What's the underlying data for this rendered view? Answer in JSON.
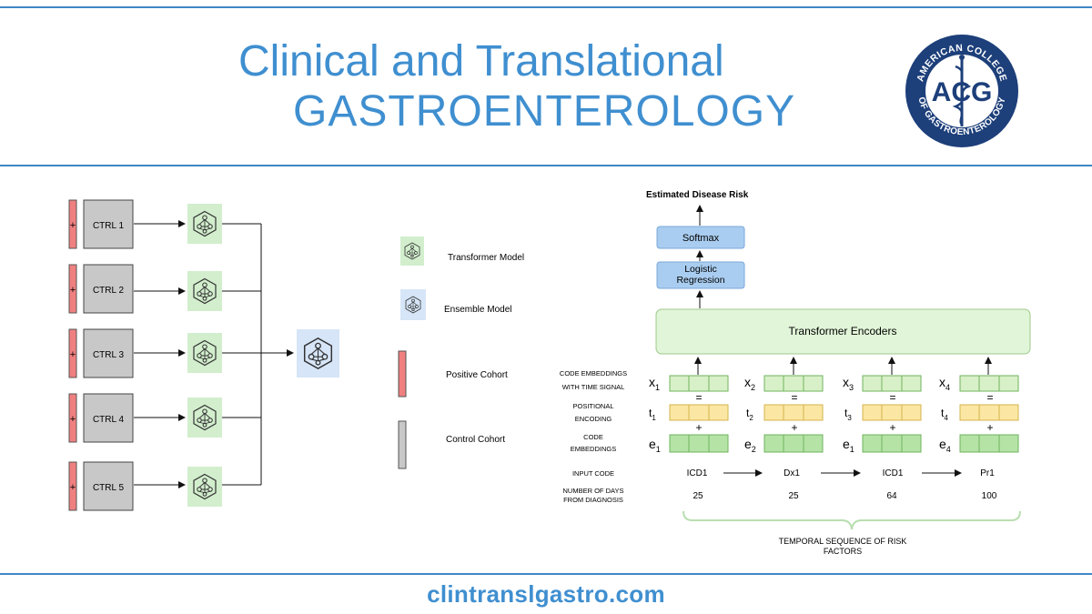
{
  "header": {
    "title_line1": "Clinical and Translational",
    "title_line2": "GASTROENTEROLOGY",
    "logo": {
      "ring_text_top": "AMERICAN COLLEGE",
      "ring_text_bottom": "OF GASTROENTEROLOGY",
      "initials": "ACG",
      "colors": {
        "ring": "#1d3f7a",
        "inner": "#ffffff"
      }
    }
  },
  "left_diagram": {
    "controls": [
      "CTRL 1",
      "CTRL 2",
      "CTRL 3",
      "CTRL 4",
      "CTRL 5"
    ],
    "positive_marker": "+",
    "colors": {
      "positive": "#f08080",
      "control": "#c8c8c8",
      "transformer": "#d2eecd",
      "ensemble": "#d6e5f7"
    }
  },
  "legend": {
    "items": [
      {
        "label": "Transformer Model",
        "icon": "transformer-model-icon"
      },
      {
        "label": "Ensemble Model",
        "icon": "ensemble-model-icon"
      },
      {
        "label": "Positive Cohort",
        "icon": "positive-cohort-swatch"
      },
      {
        "label": "Control Cohort",
        "icon": "control-cohort-swatch"
      }
    ]
  },
  "right_diagram": {
    "output_label": "Estimated Disease Risk",
    "softmax": "Softmax",
    "logistic_line1": "Logistic",
    "logistic_line2": "Regression",
    "encoder": "Transformer Encoders",
    "row_labels": {
      "code_time_1": "CODE EMBEDDINGS",
      "code_time_2": "WITH TIME SIGNAL",
      "positional_1": "POSITIONAL",
      "positional_2": "ENCODING",
      "code_emb_1": "CODE",
      "code_emb_2": "EMBEDDINGS",
      "input_code": "INPUT CODE",
      "days_1": "NUMBER OF DAYS",
      "days_2": "FROM DIAGNOSIS"
    },
    "columns": [
      {
        "x": "x",
        "x_sub": "1",
        "t": "t",
        "t_sub": "1",
        "e": "e",
        "e_sub": "1",
        "code": "ICD1",
        "days": "25"
      },
      {
        "x": "x",
        "x_sub": "2",
        "t": "t",
        "t_sub": "2",
        "e": "e",
        "e_sub": "2",
        "code": "Dx1",
        "days": "25"
      },
      {
        "x": "x",
        "x_sub": "3",
        "t": "t",
        "t_sub": "3",
        "e": "e",
        "e_sub": "1",
        "code": "ICD1",
        "days": "64"
      },
      {
        "x": "x",
        "x_sub": "4",
        "t": "t",
        "t_sub": "4",
        "e": "e",
        "e_sub": "4",
        "code": "Pr1",
        "days": "100"
      }
    ],
    "equals": "=",
    "plus": "+",
    "brace_label_1": "TEMPORAL SEQUENCE OF RISK",
    "brace_label_2": "FACTORS",
    "colors": {
      "box_blue": "#a9cdf0",
      "encoder": "#e1f5d8",
      "x_row": "#d8f0c8",
      "t_row": "#fbe7a3",
      "e_row": "#b5e3a6"
    }
  },
  "footer": {
    "url": "clintranslgastro.com"
  }
}
